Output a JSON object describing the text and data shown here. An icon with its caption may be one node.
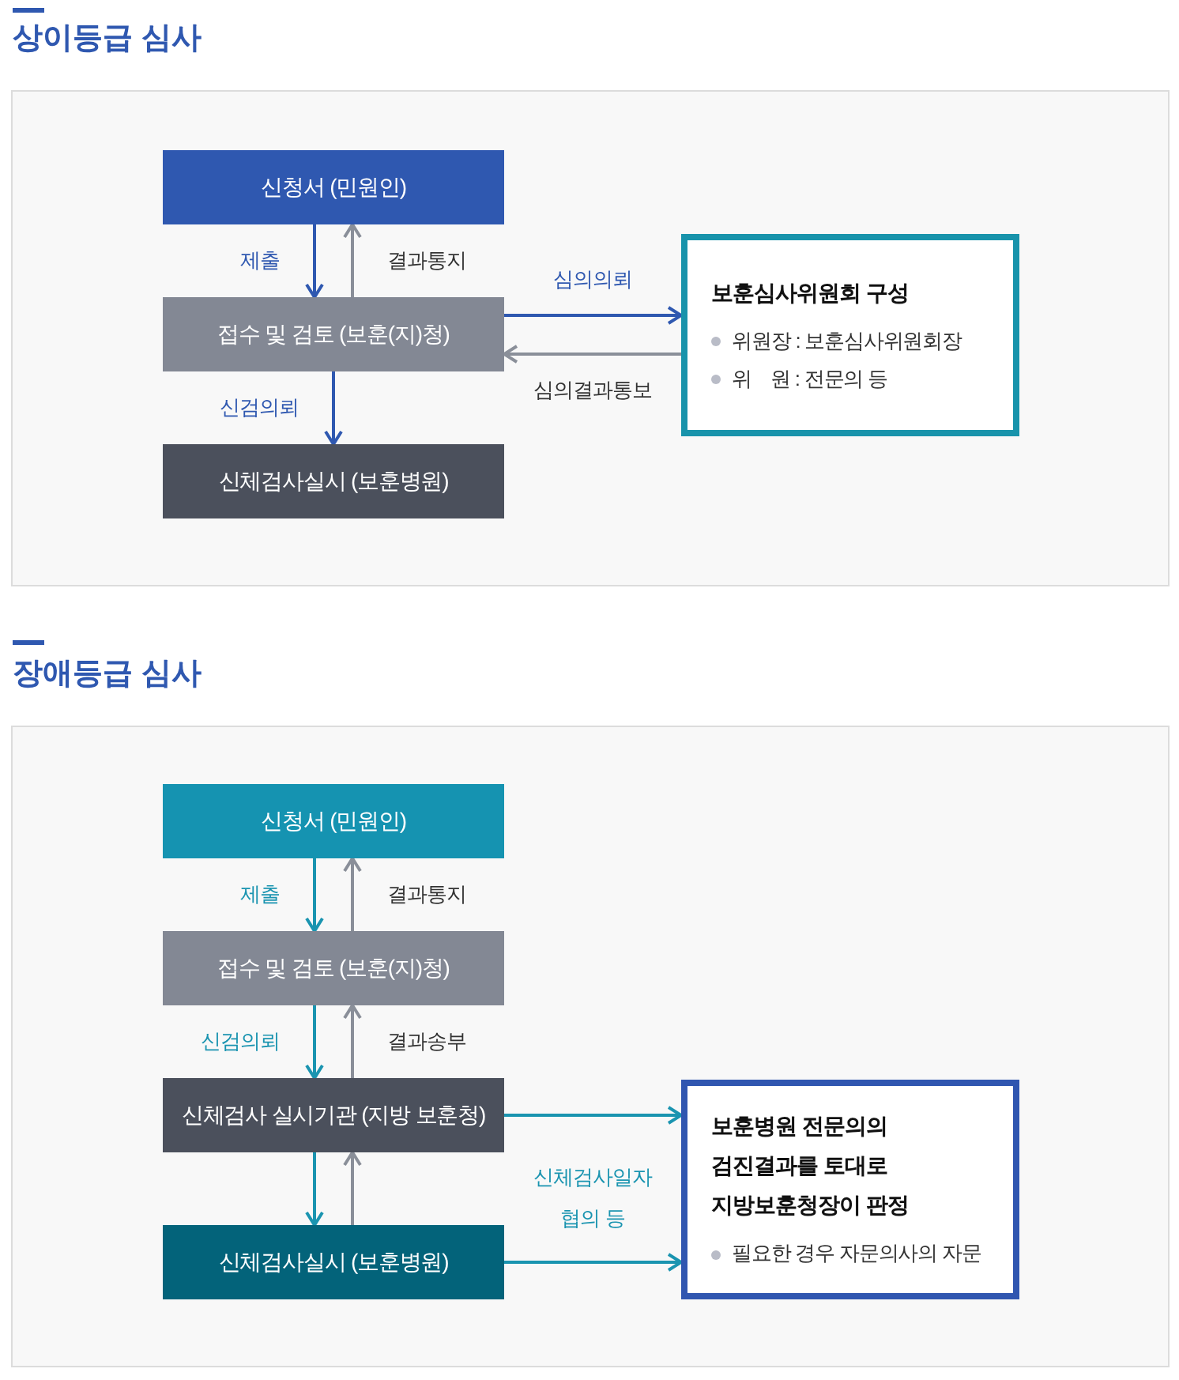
{
  "diagram": {
    "nodes": [
      {
        "text": [
          "상이등급 심사"
        ]
      },
      {
        "text": [
          "신청서 (민원인)"
        ],
        "in": 0
      },
      {
        "text": [
          "접수 및 검토 (보훈(지)청)"
        ],
        "in": 0
      },
      {
        "text": [
          "신체검사실시 (보훈병원)"
        ],
        "in": 0
      },
      {
        "text": [
          "보훈심사위원회 구성",
          "위원장 : 보훈심사위원회장",
          "위    원 : 전문의 등"
        ],
        "in": 0
      },
      {
        "text": [
          "장애등급 심사"
        ]
      },
      {
        "text": [
          "신청서 (민원인)"
        ],
        "in": 5
      },
      {
        "text": [
          "접수 및 검토 (보훈(지)청)"
        ],
        "in": 5
      },
      {
        "text": [
          "신체검사 실시기관 (지방 보훈청)"
        ],
        "in": 5
      },
      {
        "text": [
          "신체검사실시 (보훈병원)"
        ],
        "in": 5
      },
      {
        "text": [
          "보훈병원 전문의의 검진결과를 토대로 지방보훈청장이 판정",
          "필요한 경우 자문의사의 자문"
        ],
        "in": 5
      }
    ],
    "edges": [
      {
        "from": 1,
        "to": 2,
        "arrow": "to",
        "label": "제출",
        "color": "#2f58b0"
      },
      {
        "from": 2,
        "to": 1,
        "arrow": "to",
        "label": "결과통지",
        "color": "#8a8f99"
      },
      {
        "from": 2,
        "to": 3,
        "arrow": "to",
        "label": "신검의뢰",
        "color": "#2f58b0"
      },
      {
        "from": 2,
        "to": 4,
        "arrow": "to",
        "label": "심의의뢰",
        "color": "#2f58b0"
      },
      {
        "from": 4,
        "to": 2,
        "arrow": "to",
        "label": "심의결과통보",
        "color": "#8a8f99"
      },
      {
        "from": 6,
        "to": 7,
        "arrow": "to",
        "label": "제출",
        "color": "#1a94b0"
      },
      {
        "from": 7,
        "to": 6,
        "arrow": "to",
        "label": "결과통지",
        "color": "#8a8f99"
      },
      {
        "from": 7,
        "to": 8,
        "arrow": "to",
        "label": "신검의뢰",
        "color": "#1a94b0"
      },
      {
        "from": 8,
        "to": 7,
        "arrow": "to",
        "label": "결과송부",
        "color": "#8a8f99"
      },
      {
        "from": 8,
        "to": 9,
        "arrow": "to",
        "color": "#1a94b0"
      },
      {
        "from": 9,
        "to": 8,
        "arrow": "to",
        "color": "#8a8f99"
      },
      {
        "from": 8,
        "to": 10,
        "arrow": "to",
        "color": "#1a94b0"
      },
      {
        "from": 9,
        "to": 10,
        "arrow": "to",
        "color": "#1a94b0"
      }
    ],
    "labels": [
      "신체검사일자 협의 등"
    ]
  }
}
